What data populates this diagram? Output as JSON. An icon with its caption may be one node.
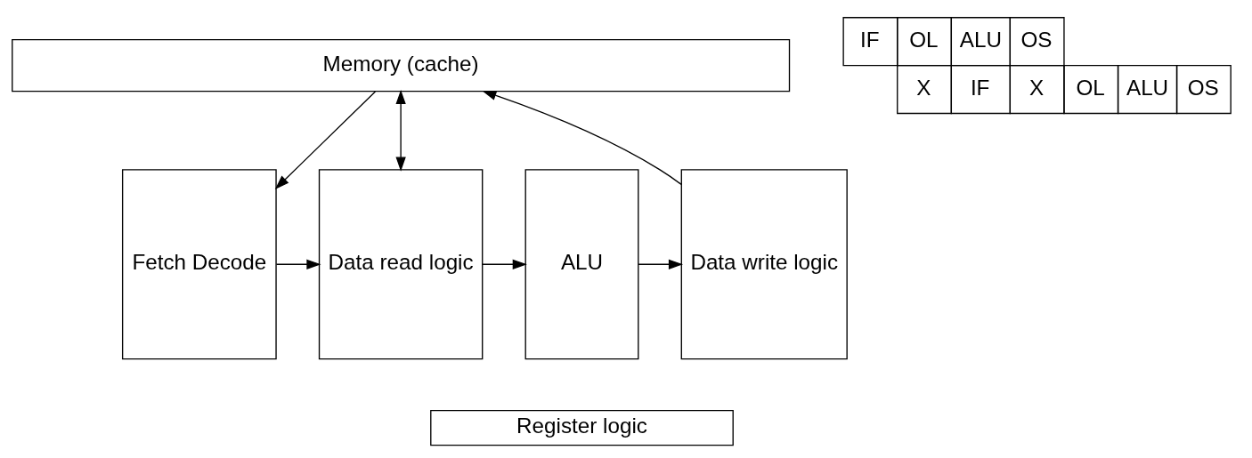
{
  "diagram": {
    "nodes": [
      {
        "text": [
          "Memory (cache)"
        ]
      },
      {
        "text": [
          "Fetch Decode"
        ]
      },
      {
        "text": [
          "Data read logic"
        ]
      },
      {
        "text": [
          "ALU"
        ]
      },
      {
        "text": [
          "Data write logic"
        ]
      },
      {
        "text": [
          "Register logic"
        ]
      }
    ],
    "edges": [
      {
        "from": 0,
        "to": 1,
        "arrow": "to"
      },
      {
        "from": 0,
        "to": 2,
        "arrow": "both"
      },
      {
        "from": 1,
        "to": 2,
        "arrow": "to"
      },
      {
        "from": 2,
        "to": 3,
        "arrow": "to"
      },
      {
        "from": 3,
        "to": 4,
        "arrow": "to"
      },
      {
        "from": 4,
        "to": 0,
        "arrow": "to"
      }
    ],
    "labels": [
      "IF",
      "OL",
      "ALU",
      "OS",
      "X",
      "IF",
      "X",
      "OL",
      "ALU",
      "OS"
    ]
  }
}
